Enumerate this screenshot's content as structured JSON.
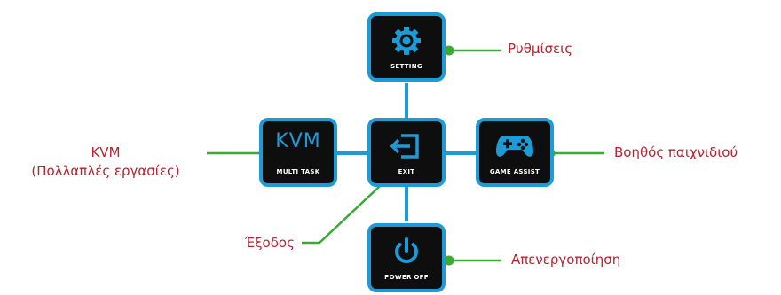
{
  "tiles": {
    "setting": {
      "label": "SETTING",
      "icon": "gear-icon"
    },
    "multitask": {
      "label": "MULTI TASK",
      "logo_text": "KVM"
    },
    "exit": {
      "label": "EXIT",
      "icon": "exit-icon"
    },
    "game_assist": {
      "label": "GAME ASSIST",
      "icon": "gamepad-icon"
    },
    "power_off": {
      "label": "POWER OFF",
      "icon": "power-icon"
    }
  },
  "callouts": {
    "settings": "Ρυθμίσεις",
    "kvm_line1": "KVM",
    "kvm_line2": "(Πολλαπλές εργασίες)",
    "game_assist": "Βοηθός παιχνιδιού",
    "exit": "Έξοδος",
    "power_off": "Απενεργοποίηση"
  },
  "colors": {
    "tile_border": "#1d9bd7",
    "tile_fill": "#0e0e0e",
    "leader_line": "#3aaa35",
    "callout_text": "#b42430"
  }
}
